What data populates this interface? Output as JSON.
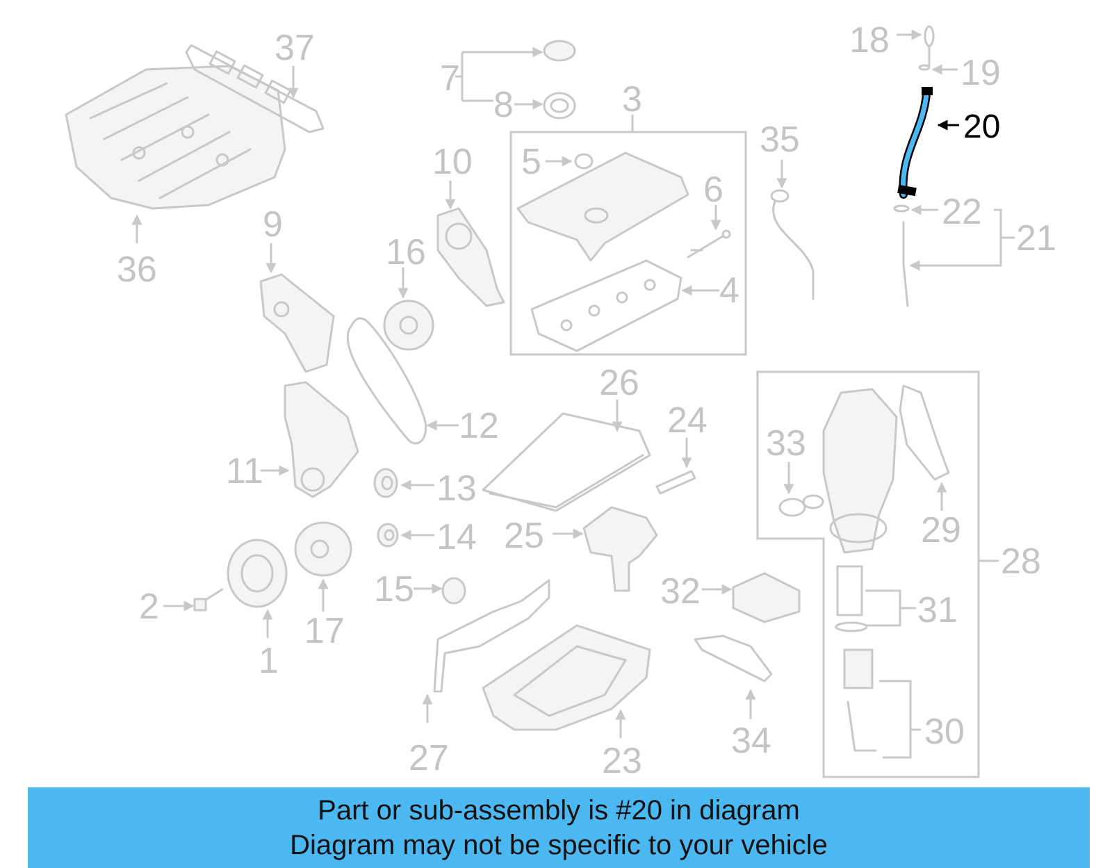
{
  "highlight": {
    "part_number": "20",
    "color": "#4cb8f2"
  },
  "callouts": [
    "1",
    "2",
    "3",
    "4",
    "5",
    "6",
    "7",
    "8",
    "9",
    "10",
    "11",
    "12",
    "13",
    "14",
    "15",
    "16",
    "17",
    "18",
    "19",
    "20",
    "21",
    "22",
    "23",
    "24",
    "25",
    "26",
    "27",
    "28",
    "29",
    "30",
    "31",
    "32",
    "33",
    "34",
    "35",
    "36",
    "37"
  ],
  "banner": {
    "line1": "Part or sub-assembly is #20 in diagram",
    "line2": "Diagram may not be specific to your vehicle",
    "background": "#4cb8f2"
  }
}
